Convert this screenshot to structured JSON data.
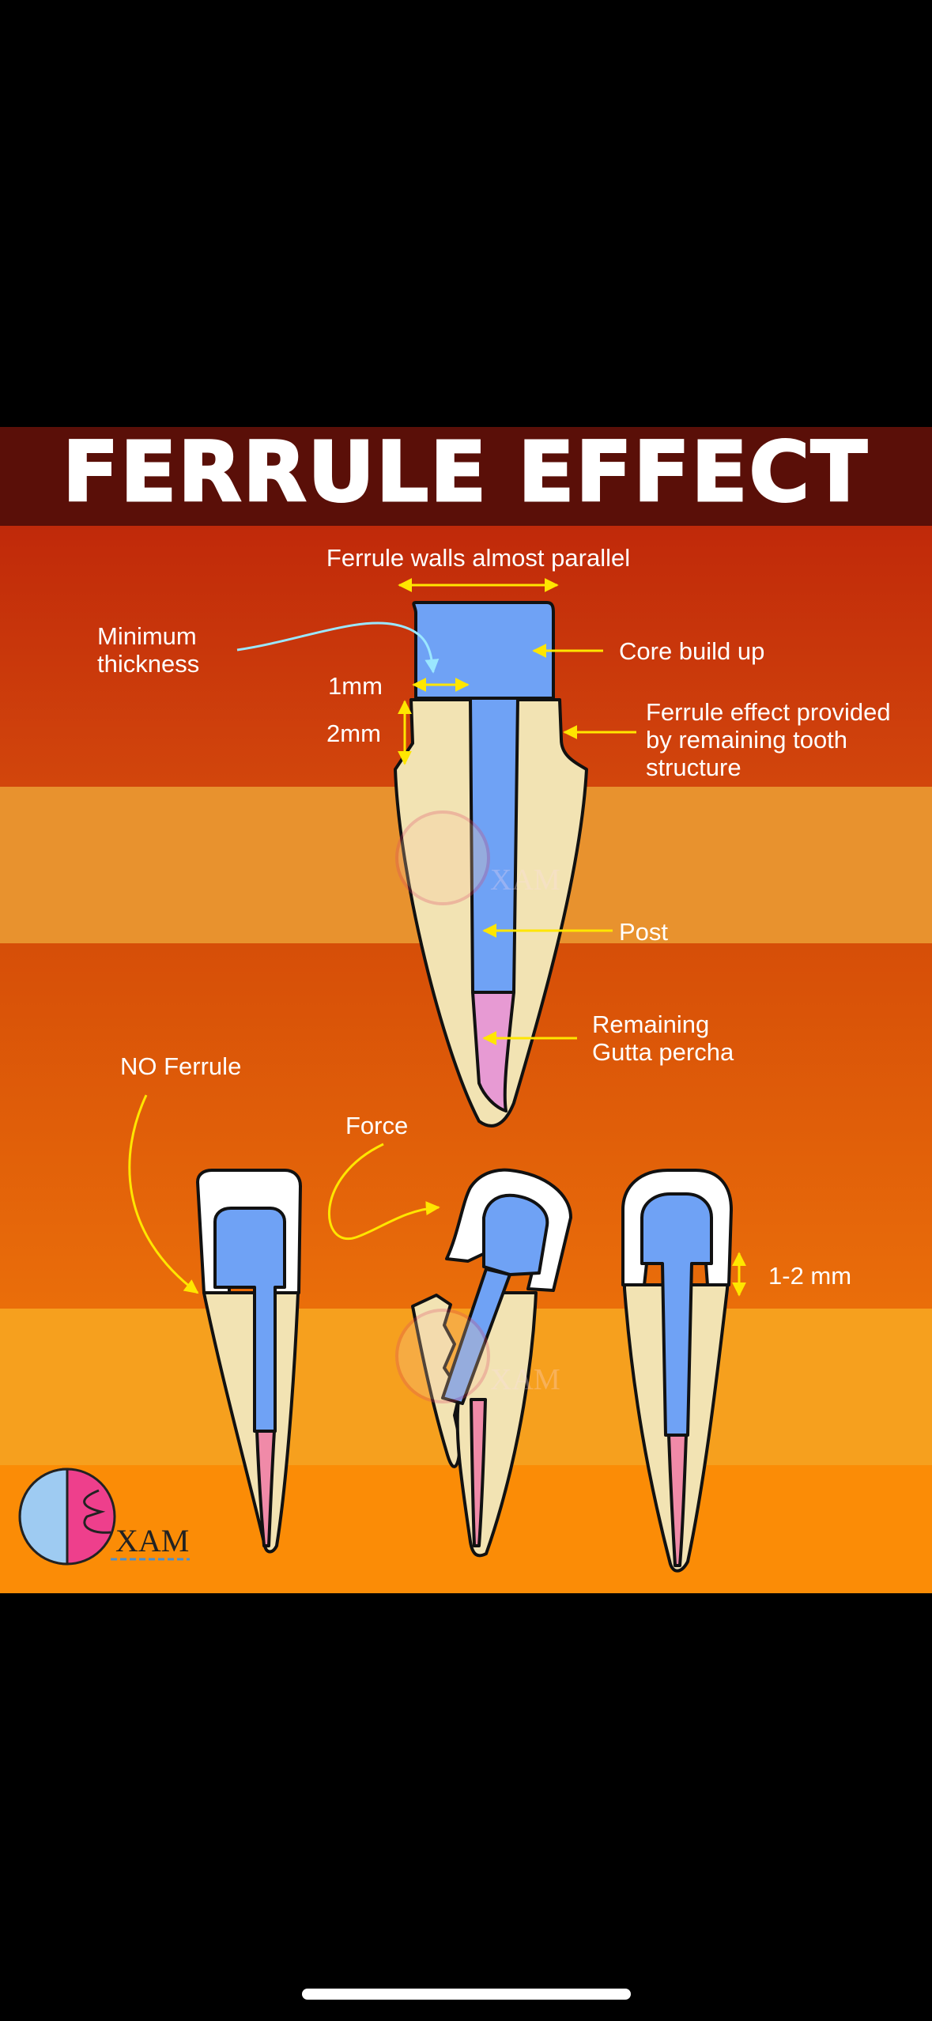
{
  "title": "FERRULE EFFECT",
  "labels": {
    "ferrule_walls": "Ferrule walls almost parallel",
    "minimum_thickness_line1": "Minimum",
    "minimum_thickness_line2": "thickness",
    "core_build_up": "Core build up",
    "one_mm": "1mm",
    "two_mm": "2mm",
    "ferrule_effect_line1": "Ferrule effect provided",
    "ferrule_effect_line2": "by remaining tooth",
    "ferrule_effect_line3": "structure",
    "post": "Post",
    "remaining_line1": "Remaining",
    "remaining_line2": "Gutta percha",
    "no_ferrule": "NO Ferrule",
    "force": "Force",
    "one_two_mm": "1-2 mm"
  },
  "logo": {
    "text": "XAM"
  },
  "colors": {
    "title_band": "#5a0f08",
    "arrow": "#ffe600",
    "curve_arrow": "#9be7ff",
    "core": "#6fa2f5",
    "dentin": "#f2e3b3",
    "gutta_percha": "#e79ad3",
    "pulp_pink": "#f08aa8",
    "crown": "#ffffff"
  }
}
